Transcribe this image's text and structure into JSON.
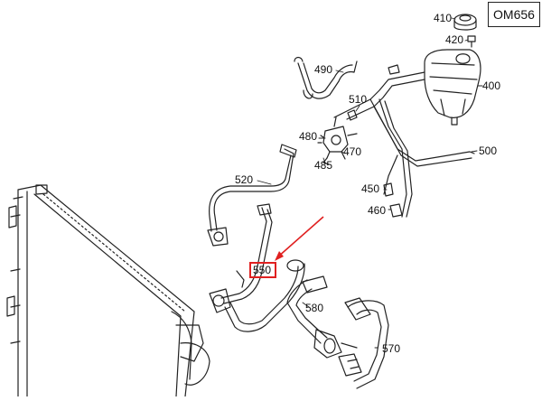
{
  "diagram": {
    "engine_code": "OM656",
    "parts": [
      {
        "id": "p410",
        "number": "410"
      },
      {
        "id": "p420",
        "number": "420"
      },
      {
        "id": "p400",
        "number": "400"
      },
      {
        "id": "p490",
        "number": "490"
      },
      {
        "id": "p510",
        "number": "510"
      },
      {
        "id": "p480",
        "number": "480"
      },
      {
        "id": "p470",
        "number": "470"
      },
      {
        "id": "p485",
        "number": "485"
      },
      {
        "id": "p500",
        "number": "500"
      },
      {
        "id": "p520",
        "number": "520"
      },
      {
        "id": "p450",
        "number": "450"
      },
      {
        "id": "p460",
        "number": "460"
      },
      {
        "id": "p550",
        "number": "550"
      },
      {
        "id": "p580",
        "number": "580"
      },
      {
        "id": "p570",
        "number": "570"
      }
    ],
    "highlighted_part": "550",
    "colors": {
      "line": "#222222",
      "highlight": "#e02020",
      "background": "#ffffff"
    }
  }
}
